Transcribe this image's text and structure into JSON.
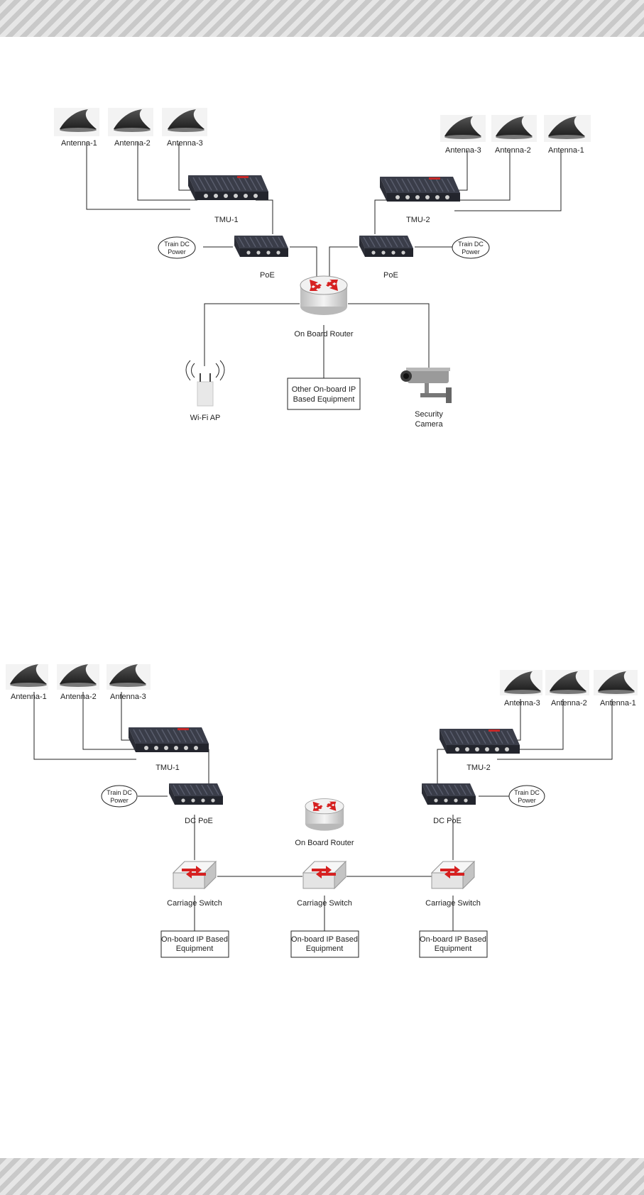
{
  "diagram1": {
    "antennas_left": [
      "Antenna-1",
      "Antenna-2",
      "Antenna-3"
    ],
    "antennas_right": [
      "Antenna-3",
      "Antenna-2",
      "Antenna-1"
    ],
    "tmu_left": "TMU-1",
    "tmu_right": "TMU-2",
    "poe_left": "PoE",
    "poe_right": "PoE",
    "power_left": [
      "Train DC",
      "Power"
    ],
    "power_right": [
      "Train DC",
      "Power"
    ],
    "router": "On Board Router",
    "wifi": "Wi-Fi AP",
    "equipment": [
      "Other On-board IP",
      "Based Equipment"
    ],
    "camera": [
      "Security",
      "Camera"
    ]
  },
  "diagram2": {
    "antennas_left": [
      "Antenna-1",
      "Antenna-2",
      "Antenna-3"
    ],
    "antennas_right": [
      "Antenna-3",
      "Antenna-2",
      "Antenna-1"
    ],
    "tmu_left": "TMU-1",
    "tmu_right": "TMU-2",
    "poe_left": "DC PoE",
    "poe_right": "DC PoE",
    "power_left": [
      "Train DC",
      "Power"
    ],
    "power_right": [
      "Train DC",
      "Power"
    ],
    "router": "On Board Router",
    "switches": [
      "Carriage Switch",
      "Carriage Switch",
      "Carriage Switch"
    ],
    "equipment": [
      [
        "On-board IP Based",
        "Equipment"
      ],
      [
        "On-board IP Based",
        "Equipment"
      ],
      [
        "On-board IP Based",
        "Equipment"
      ]
    ]
  },
  "colors": {
    "device": "#2b2d36",
    "arrow": "#d62020",
    "band": "#c9c9c9"
  }
}
